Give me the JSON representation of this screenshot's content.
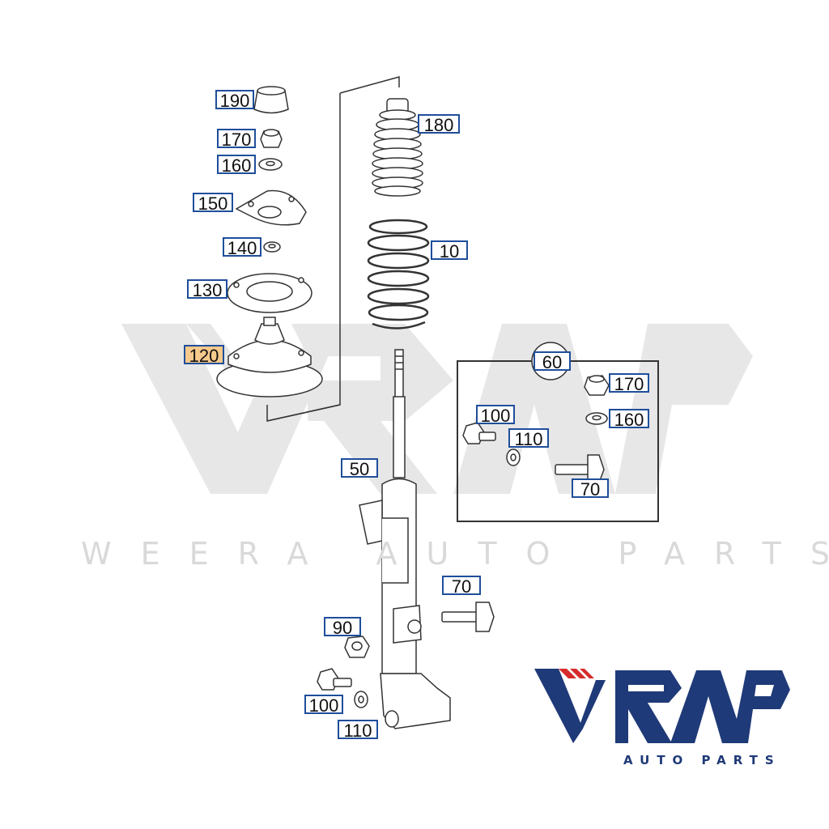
{
  "watermark": {
    "logo_text": "WRAP",
    "tagline": "WEERA AUTO PARTS"
  },
  "brand": {
    "logo_text": "WRAP",
    "subtitle": "AUTO PARTS",
    "color": "#1f3a78",
    "accent_color": "#d62b2b"
  },
  "callouts": {
    "c190": "190",
    "c170_top": "170",
    "c160_top": "160",
    "c150": "150",
    "c140": "140",
    "c130": "130",
    "c120": "120",
    "c180": "180",
    "c10": "10",
    "c50": "50",
    "c60": "60",
    "c170_kit": "170",
    "c100_kit": "100",
    "c160_kit": "160",
    "c110_kit": "110",
    "c70_kit": "70",
    "c70": "70",
    "c90": "90",
    "c100": "100",
    "c110": "110"
  },
  "colors": {
    "callout_border": "#1f4e9a",
    "highlight": "#f6c98c",
    "line": "#333333",
    "watermark": "#d9d9d9"
  }
}
